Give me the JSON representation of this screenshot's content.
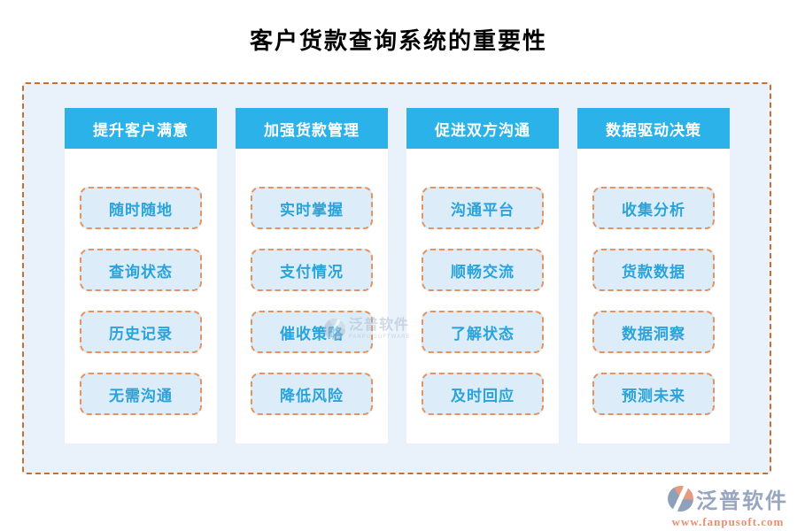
{
  "title": "客户货款查询系统的重要性",
  "columns": [
    {
      "header": "提升客户满意",
      "items": [
        "随时随地",
        "查询状态",
        "历史记录",
        "无需沟通"
      ]
    },
    {
      "header": "加强货款管理",
      "items": [
        "实时掌握",
        "支付情况",
        "催收策略",
        "降低风险"
      ]
    },
    {
      "header": "促进双方沟通",
      "items": [
        "沟通平台",
        "顺畅交流",
        "了解状态",
        "及时回应"
      ]
    },
    {
      "header": "数据驱动决策",
      "items": [
        "收集分析",
        "货款数据",
        "数据洞察",
        "预测未来"
      ]
    }
  ],
  "watermark": {
    "name": "泛普软件",
    "sub": "FANPU SOFTWARE"
  },
  "branding": {
    "name": "泛普软件",
    "url": "www.fanpusoft.com"
  },
  "colors": {
    "header_bg": "#2bb2e8",
    "item_bg": "#dcecf9",
    "item_border": "#e6935f",
    "item_text": "#2aa3da",
    "board_bg": "#e9f1fb",
    "board_border": "#c96f2c",
    "panel_bg": "#ffffff",
    "title_text": "#000000",
    "brand_name": "#98a6bf",
    "brand_url": "#e98f72"
  }
}
